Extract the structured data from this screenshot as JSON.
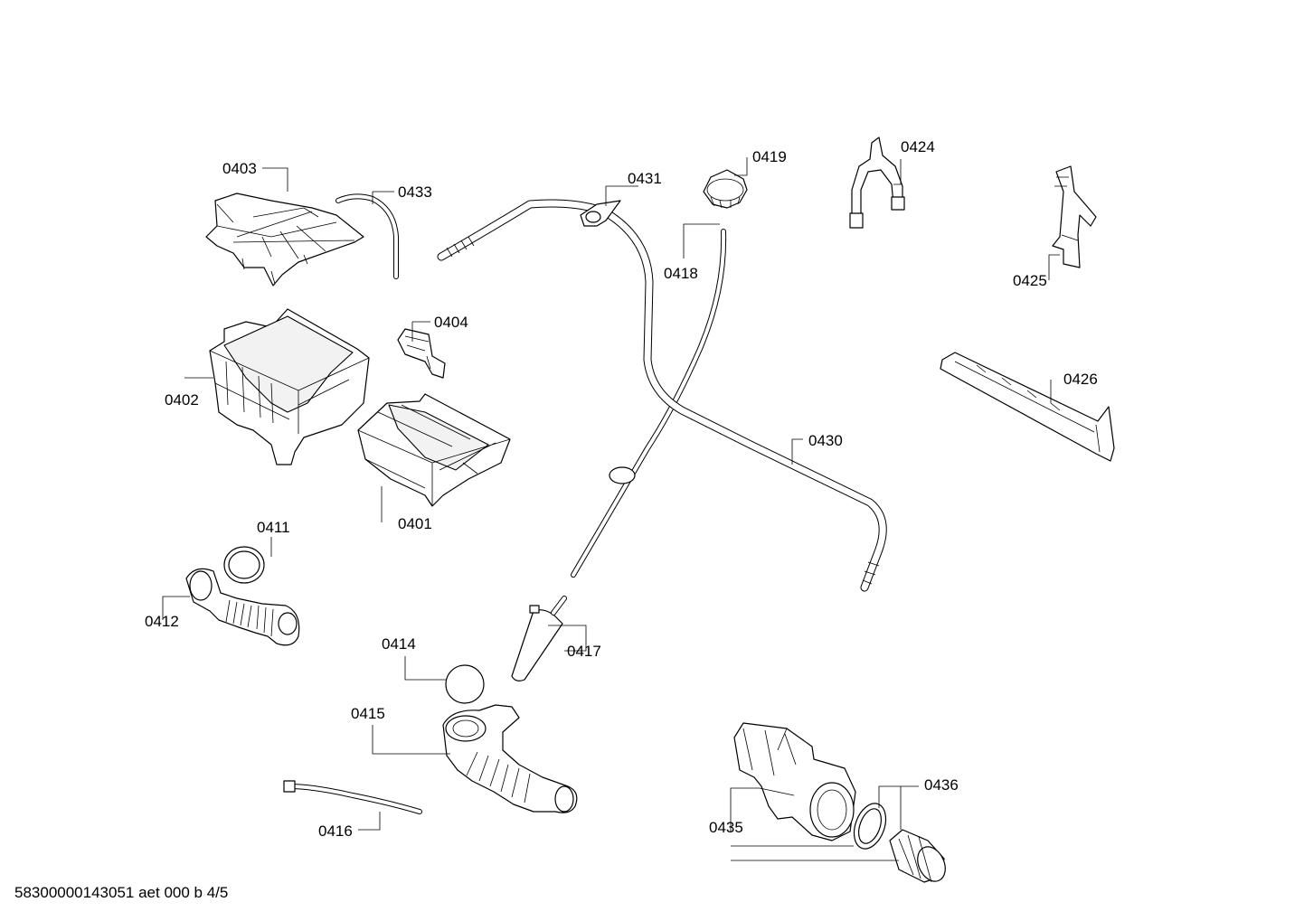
{
  "footer": "58300000143051 aet 000 b 4/5",
  "labels": {
    "p0401": "0401",
    "p0402": "0402",
    "p0403": "0403",
    "p0404": "0404",
    "p0411": "0411",
    "p0412": "0412",
    "p0414": "0414",
    "p0415": "0415",
    "p0416": "0416",
    "p0417": "0417",
    "p0418": "0418",
    "p0419": "0419",
    "p0424": "0424",
    "p0425": "0425",
    "p0426": "0426",
    "p0430": "0430",
    "p0431": "0431",
    "p0433": "0433",
    "p0435": "0435",
    "p0436": "0436"
  }
}
